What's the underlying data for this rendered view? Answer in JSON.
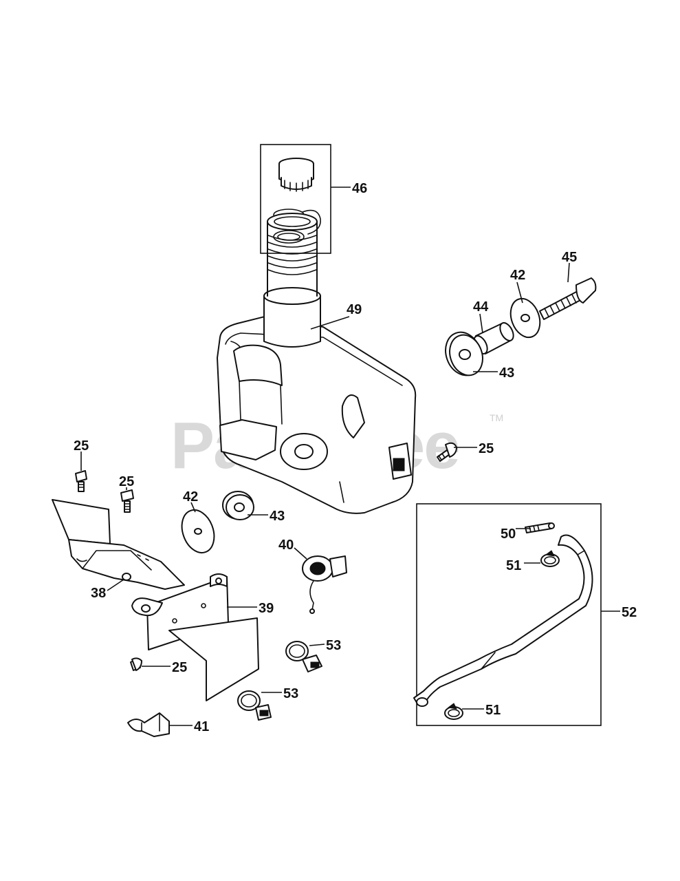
{
  "watermark": {
    "text": "PartsTree",
    "trademark": "TM"
  },
  "callouts": {
    "c46": "46",
    "c49": "49",
    "c45": "45",
    "c42a": "42",
    "c44": "44",
    "c43a": "43",
    "c25a": "25",
    "c25b": "25",
    "c25c": "25",
    "c42b": "42",
    "c43b": "43",
    "c40": "40",
    "c38": "38",
    "c39": "39",
    "c25d": "25",
    "c53a": "53",
    "c53b": "53",
    "c41": "41",
    "c50": "50",
    "c51a": "51",
    "c52": "52",
    "c51b": "51"
  }
}
